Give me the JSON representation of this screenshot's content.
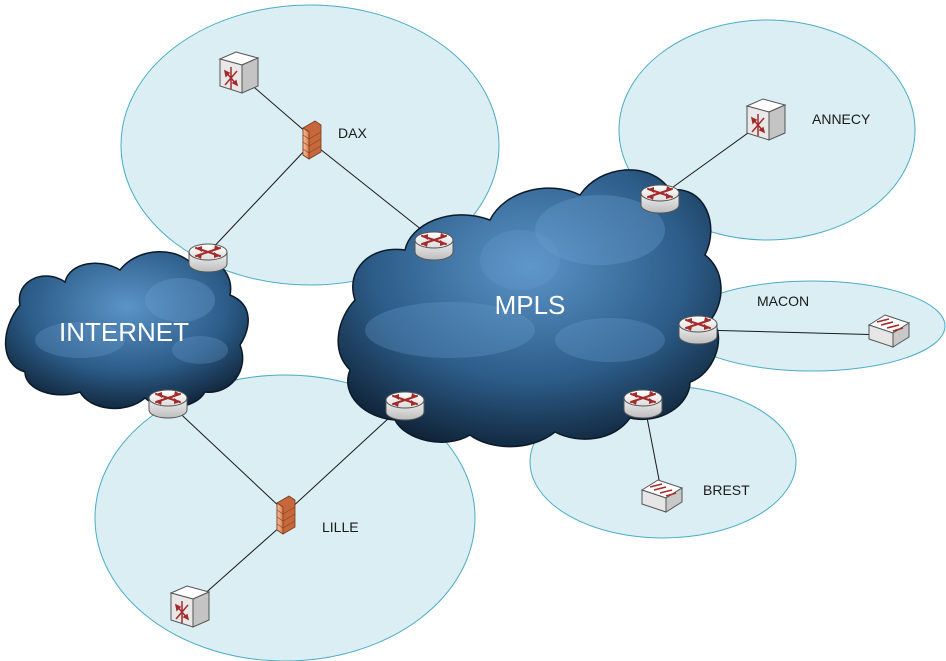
{
  "diagram": {
    "clouds": [
      {
        "id": "internet",
        "label": "INTERNET"
      },
      {
        "id": "mpls",
        "label": "MPLS"
      }
    ],
    "sites": [
      {
        "id": "dax",
        "label": "DAX"
      },
      {
        "id": "lille",
        "label": "LILLE"
      },
      {
        "id": "annecy",
        "label": "ANNECY"
      },
      {
        "id": "macon",
        "label": "MACON"
      },
      {
        "id": "brest",
        "label": "BREST"
      }
    ],
    "device_icons": {
      "router": "router-icon",
      "firewall": "firewall-icon",
      "switch": "switch-icon"
    },
    "colors": {
      "site_fill": "#daeef3",
      "site_stroke": "#4bacc6",
      "cloud_dark": "#0a1a2c",
      "cloud_light": "#5b94c8",
      "firewall": "#e79a6b",
      "router_arrow": "#a52a2a"
    }
  }
}
